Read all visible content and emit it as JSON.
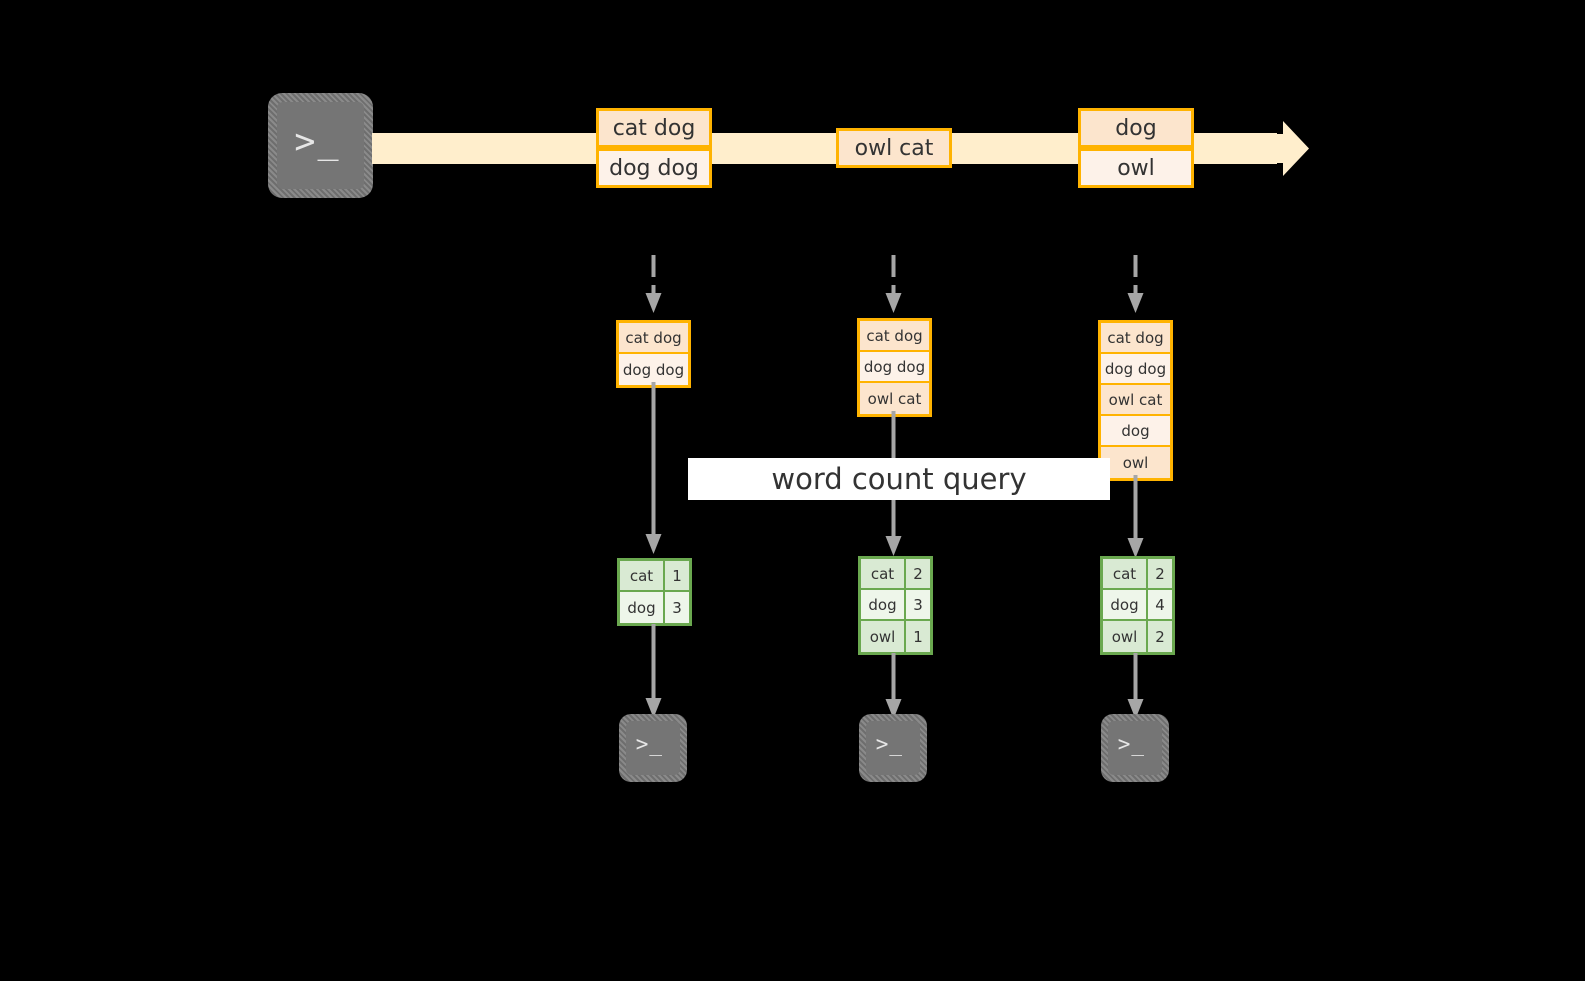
{
  "diagram": {
    "title": "word count streaming query diagram",
    "colors": {
      "background": "#000000",
      "stream_band": "#ffeecc",
      "record_border": "#ffb300",
      "record_fill_dark": "#fce5cd",
      "record_fill_light": "#fdf2e9",
      "result_border": "#6aa84f",
      "result_fill_dark": "#d9ead3",
      "result_fill_light": "#eef6ea",
      "connector": "#a6a6a6",
      "terminal_fill": "#757575",
      "banner_fill": "#ffffff",
      "text": "#333333"
    }
  },
  "source": {
    "icon": "terminal-icon",
    "prompt": ">_"
  },
  "stream": {
    "icon": "right-arrow-icon",
    "batches": [
      {
        "lines": [
          "cat dog",
          "dog dog"
        ]
      },
      {
        "lines": [
          "owl cat"
        ]
      },
      {
        "lines": [
          "dog",
          "owl"
        ]
      }
    ]
  },
  "query": {
    "label": "word count query"
  },
  "columns": [
    {
      "input_table": [
        "cat dog",
        "dog dog"
      ],
      "result": {
        "rows": [
          {
            "word": "cat",
            "count": "1"
          },
          {
            "word": "dog",
            "count": "3"
          }
        ]
      },
      "sink": {
        "icon": "terminal-icon",
        "prompt": ">_"
      }
    },
    {
      "input_table": [
        "cat dog",
        "dog dog",
        "owl cat"
      ],
      "result": {
        "rows": [
          {
            "word": "cat",
            "count": "2"
          },
          {
            "word": "dog",
            "count": "3"
          },
          {
            "word": "owl",
            "count": "1"
          }
        ]
      },
      "sink": {
        "icon": "terminal-icon",
        "prompt": ">_"
      }
    },
    {
      "input_table": [
        "cat dog",
        "dog dog",
        "owl cat",
        "dog",
        "owl"
      ],
      "result": {
        "rows": [
          {
            "word": "cat",
            "count": "2"
          },
          {
            "word": "dog",
            "count": "4"
          },
          {
            "word": "owl",
            "count": "2"
          }
        ]
      },
      "sink": {
        "icon": "terminal-icon",
        "prompt": ">_"
      }
    }
  ]
}
